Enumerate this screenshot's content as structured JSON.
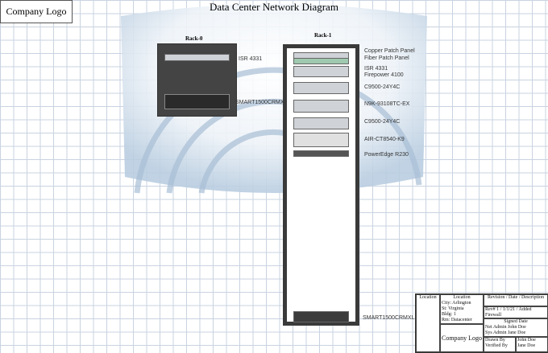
{
  "header": {
    "company_logo": "Company Logo",
    "title": "Data Center Network Diagram"
  },
  "racks": [
    {
      "label": "Rack-0",
      "devices": [
        "ISR 4331",
        "SMART1500CRMXL"
      ]
    },
    {
      "label": "Rack-1",
      "devices": [
        "Copper Patch Panel",
        "Fiber Patch Panel",
        "ISR 4331",
        "Firepower 4100",
        "C9500-24Y4C",
        "N9K-93108TC-EX",
        "C9500-24Y4C",
        "AIR-CT8540-K9",
        "PowerEdge R230",
        "SMART1500CRMXL"
      ]
    }
  ],
  "title_block": {
    "location_heading": "Location",
    "address_heading": "Location",
    "address": [
      "City: Arlington",
      "St: Virginia",
      "Bldg: 1",
      "Rm: Datacenter"
    ],
    "company_logo": "Company Logo",
    "revision_header": "Revision / Date / Description",
    "revision_row": "Rev# 1 / 1/1/21 / Added Firewall",
    "signed_header": "Signed Date",
    "signed_rows": [
      "Net Admin  John Doe",
      "Sys Admin  Jane Doe"
    ],
    "drawn_by": "Drawn By",
    "verified_by": "Verified By",
    "drawn_name": "John Doe",
    "verified_name": "Jane Doe"
  }
}
